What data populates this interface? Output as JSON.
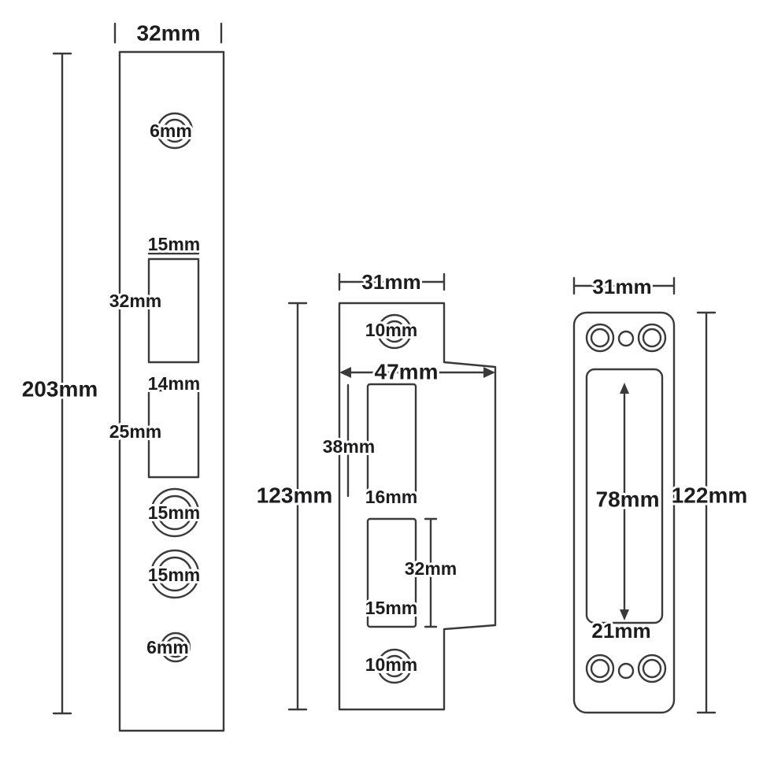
{
  "diagram": {
    "description": "Door lock faceplate and strike plate dimension drawing",
    "colors": {
      "line": "#3a3a3a",
      "text": "#1d1d1f",
      "background": "#ffffff"
    },
    "left_plate": {
      "width": "32mm",
      "height": "203mm",
      "top_hole": "6mm",
      "cutout1_width": "15mm",
      "cutout1_height": "32mm",
      "cutout2_width": "14mm",
      "cutout2_height": "25mm",
      "hole1": "15mm",
      "hole2": "15mm",
      "bottom_hole": "6mm"
    },
    "middle_plate": {
      "width": "31mm",
      "height": "123mm",
      "top_hole": "10mm",
      "lip_width": "47mm",
      "cutout1_height": "38mm",
      "cutout1_width": "16mm",
      "cutout2_height": "32mm",
      "cutout2_width": "15mm",
      "bottom_hole": "10mm"
    },
    "right_plate": {
      "width": "31mm",
      "height": "122mm",
      "slot_height": "78mm",
      "slot_width": "21mm"
    }
  }
}
